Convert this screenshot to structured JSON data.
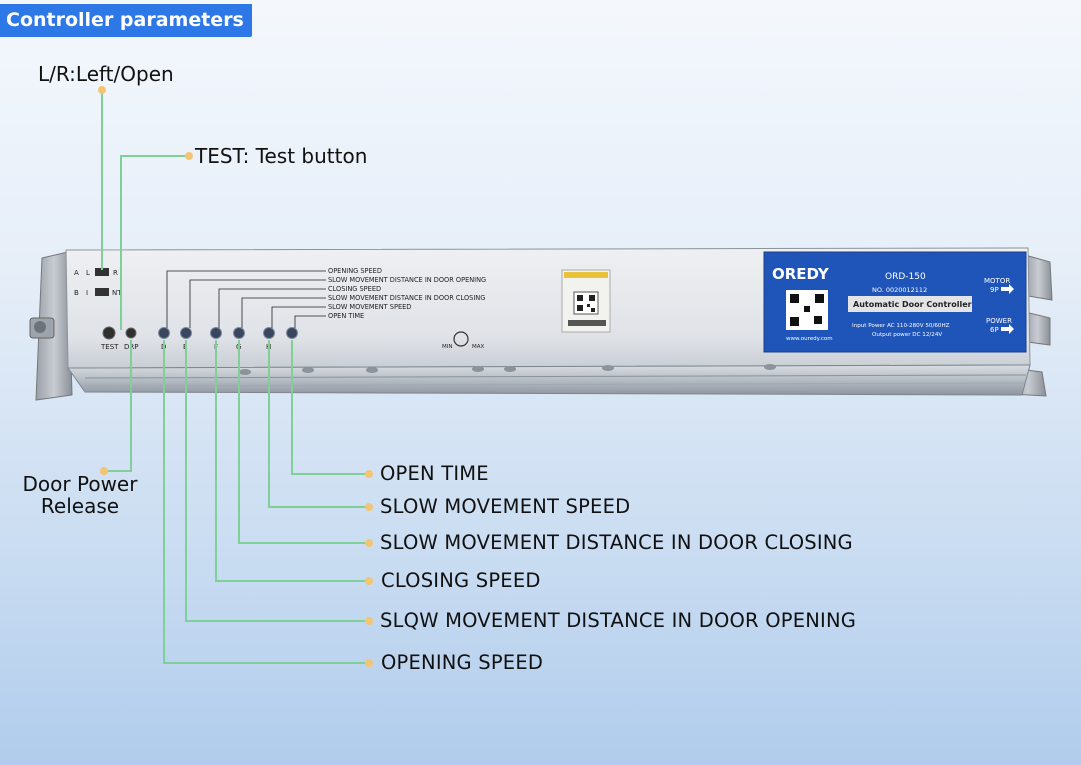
{
  "title": "Controller parameters",
  "annotations": {
    "lr_switch": "L/R:Left/Open",
    "test_button": "TEST: Test button",
    "door_power_release_line1": "Door Power",
    "door_power_release_line2": "Release",
    "open_time": "OPEN TIME",
    "slow_movement_speed": "SLOW MOVEMENT SPEED",
    "slow_distance_closing": "SLOW MOVEMENT DISTANCE IN DOOR CLOSING",
    "closing_speed": "CLOSING SPEED",
    "slow_distance_opening": "SLQW MOVEMENT DISTANCE IN DOOR OPENING",
    "opening_speed": "OPENING SPEED"
  },
  "device": {
    "switch_labels": [
      "A",
      "L",
      "R",
      "B",
      "I",
      "NT"
    ],
    "button_labels": [
      "TEST",
      "DRP"
    ],
    "knob_letters": [
      "D",
      "E",
      "F",
      "G",
      "H",
      "I"
    ],
    "panel_legend": [
      "OPENING SPEED",
      "SLOW MOVEMENT DISTANCE IN DOOR OPENING",
      "CLOSING SPEED",
      "SLOW MOVEMENT DISTANCE IN DOOR CLOSING",
      "SLOW MOVEMENT SPEED",
      "OPEN TIME"
    ],
    "min_label": "MIN",
    "max_label": "MAX",
    "brand": "OREDY",
    "model": "ORD-150",
    "serial": "NO. 0020012112",
    "product_name": "Automatic Door Controller",
    "input_power": "Input Power AC 110-280V 50/60HZ",
    "output_power": "Output power DC 12/24V",
    "website": "www.ouredy.com",
    "motor_label": "MOTOR",
    "motor_pins": "9P",
    "power_label": "POWER",
    "power_pins": "6P"
  },
  "colors": {
    "badge": "#2d78e6",
    "leader_line": "#7fcf97",
    "leader_dot": "#f3c572",
    "label_plate": "#1f55b8"
  }
}
